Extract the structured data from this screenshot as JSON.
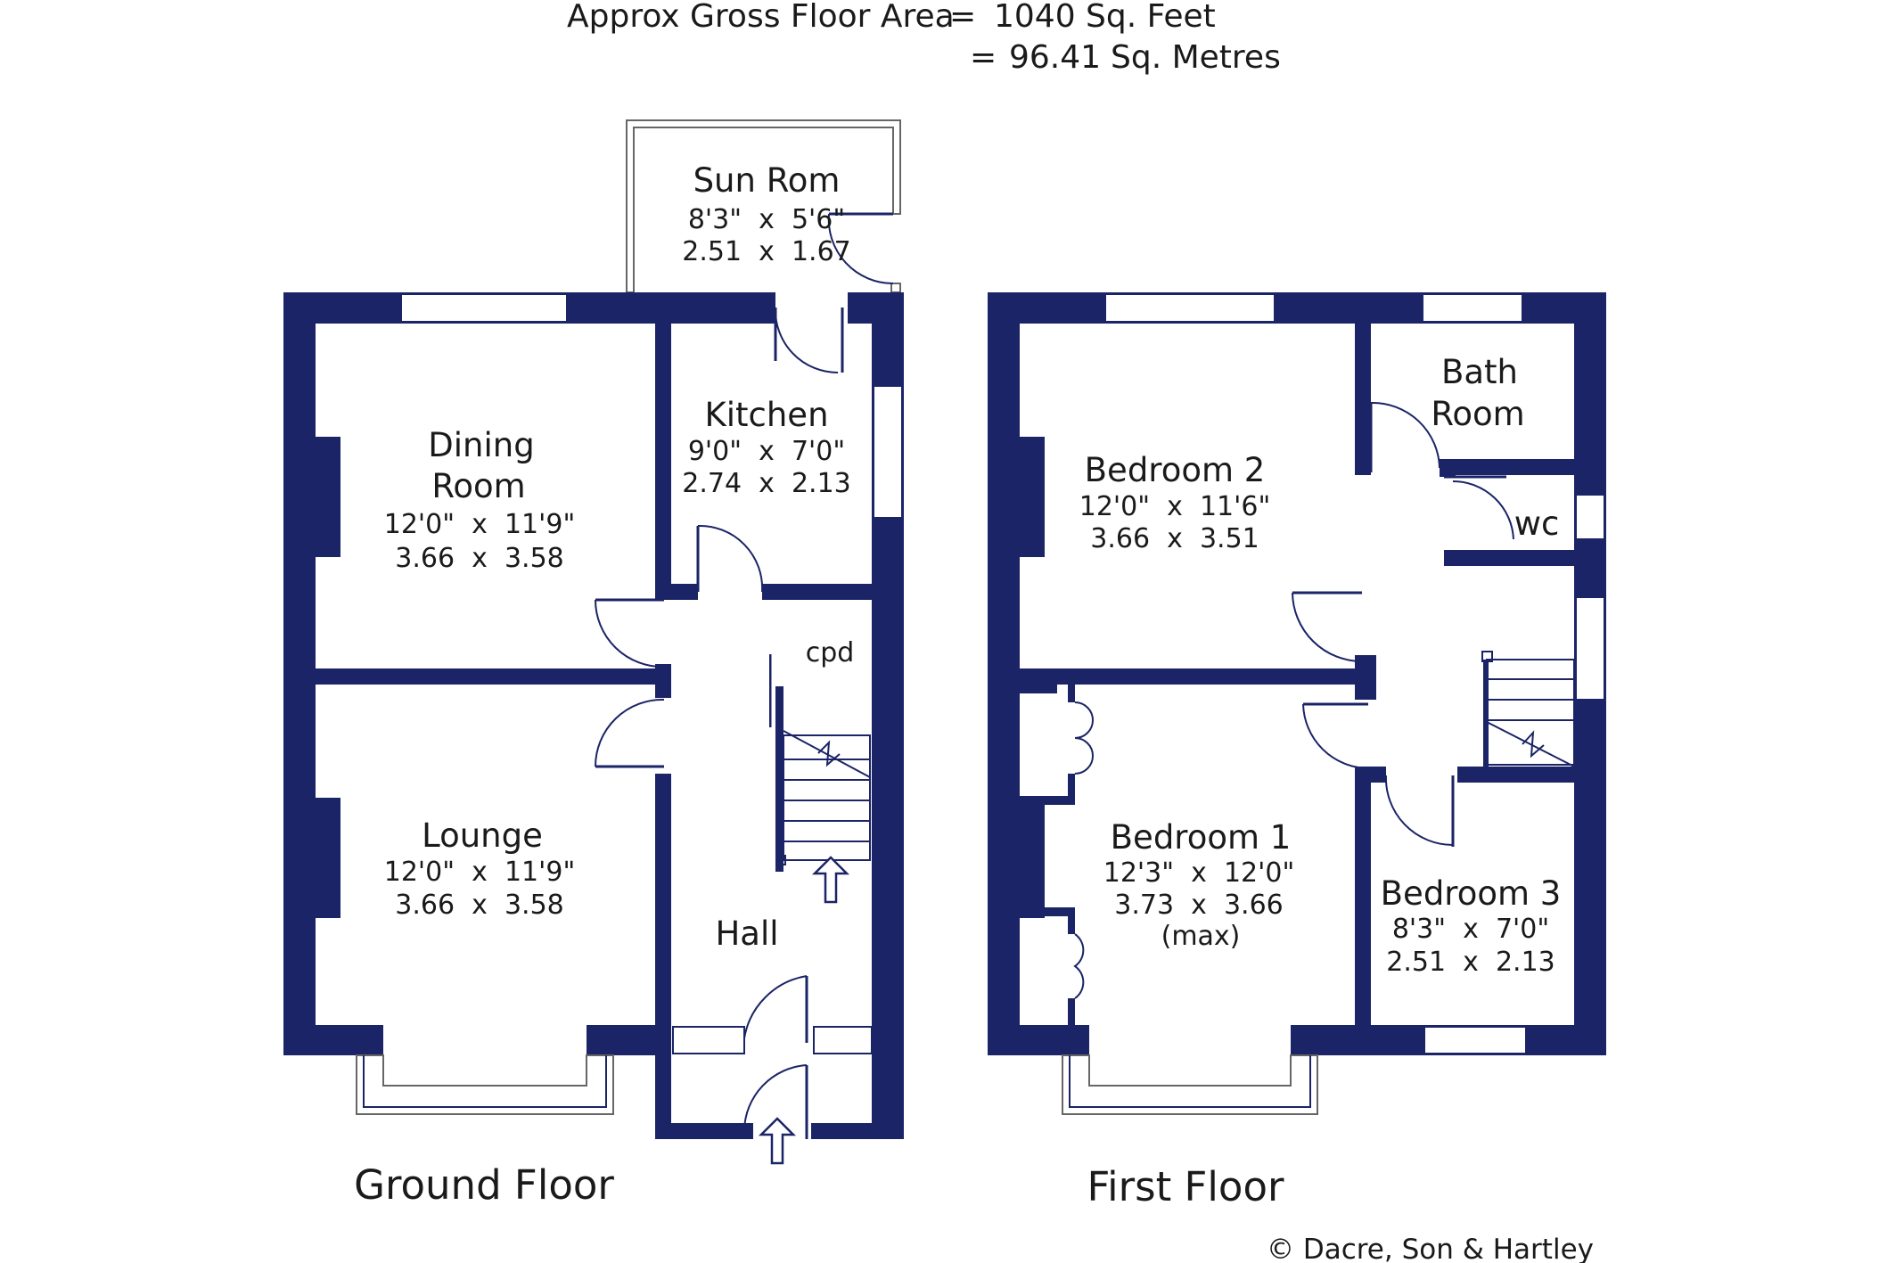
{
  "area": {
    "label": "Approx Gross Floor Area",
    "eq1": "=",
    "sqft": "1040",
    "sqft_unit": "Sq. Feet",
    "eq2": "=",
    "sqm": "96.41",
    "sqm_unit": "Sq. Metres"
  },
  "ground_floor": {
    "label": "Ground Floor",
    "sun_room": {
      "name": "Sun Rom",
      "imperial": "8'3\"  x  5'6\"",
      "metric": "2.51  x  1.67"
    },
    "kitchen": {
      "name": "Kitchen",
      "imperial": "9'0\"  x  7'0\"",
      "metric": "2.74  x  2.13"
    },
    "dining_room": {
      "name_line1": "Dining",
      "name_line2": "Room",
      "imperial": "12'0\"  x  11'9\"",
      "metric": "3.66  x  3.58"
    },
    "lounge": {
      "name": "Lounge",
      "imperial": "12'0\"  x  11'9\"",
      "metric": "3.66  x  3.58"
    },
    "hall": {
      "name": "Hall"
    },
    "cpd": {
      "name": "cpd"
    }
  },
  "first_floor": {
    "label": "First Floor",
    "bedroom_2": {
      "name": "Bedroom 2",
      "imperial": "12'0\"  x  11'6\"",
      "metric": "3.66  x  3.51"
    },
    "bath_room": {
      "name_line1": "Bath",
      "name_line2": "Room"
    },
    "wc": {
      "name": "wc"
    },
    "bedroom_1": {
      "name": "Bedroom 1",
      "imperial": "12'3\"  x  12'0\"",
      "metric": "3.73  x  3.66",
      "note": "(max)"
    },
    "bedroom_3": {
      "name": "Bedroom 3",
      "imperial": "8'3\"  x  7'0\"",
      "metric": "2.51  x  2.13"
    }
  },
  "copyright": "© Dacre, Son & Hartley",
  "colors": {
    "wall": "#1b2466",
    "background": "#ffffff"
  }
}
